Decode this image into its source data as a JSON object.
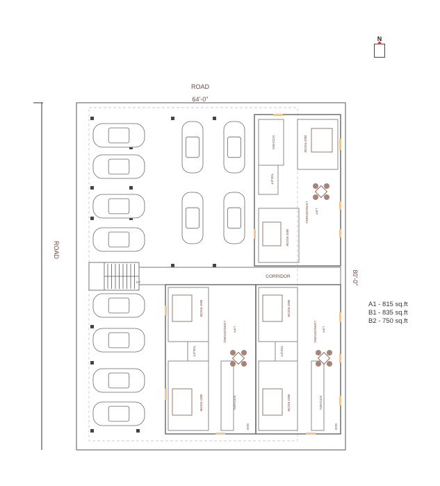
{
  "north": {
    "label": "N",
    "arrow_color": "#e8323c"
  },
  "site": {
    "road_top": "ROAD",
    "road_left": "ROAD",
    "width_dim": "64'-0\"",
    "depth_dim": "80'-0\"",
    "corridor": "CORRIDOR",
    "stair_label": "UP"
  },
  "legend": [
    {
      "label": "A1 - 815 sq.ft"
    },
    {
      "label": "B1 - 835 sq.ft"
    },
    {
      "label": "B2 - 750 sq.ft"
    }
  ],
  "rooms": {
    "bed_room": "BED ROOM",
    "kitchen": "KITCHEN",
    "toilet": "TOILET",
    "living_dining": "LIVING/DINING",
    "lift": "LIFT",
    "wm": "W.M"
  },
  "colors": {
    "wall": "#8a8a8a",
    "furniture": "#8c6a5e",
    "window": "#f2c48f"
  }
}
